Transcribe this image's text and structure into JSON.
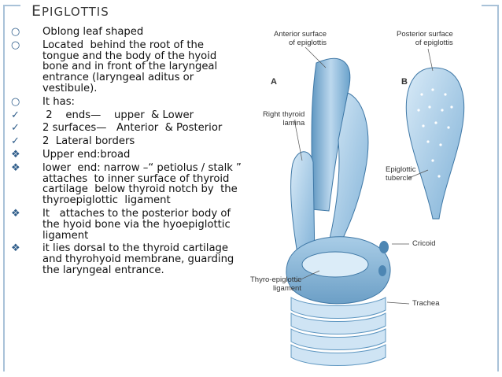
{
  "slide": {
    "title_first": "E",
    "title_rest": "PIGLOTTIS",
    "bullets": [
      {
        "marker": "circle",
        "text": "Oblong leaf shaped"
      },
      {
        "marker": "circle",
        "text": "Located  behind the root of the tongue and the body of the hyoid bone and in front of the laryngeal entrance (laryngeal aditus or vestibule)."
      },
      {
        "marker": "circle",
        "text": "It has:"
      },
      {
        "marker": "check",
        "text": " 2    ends—    upper  & Lower"
      },
      {
        "marker": "check",
        "text": "2 surfaces—   Anterior  & Posterior"
      },
      {
        "marker": "check",
        "text": "2  Lateral borders"
      },
      {
        "marker": "diamond",
        "text": "Upper end:broad"
      },
      {
        "marker": "diamond",
        "text": "lower  end: narrow –“ petiolus / stalk ” attaches  to inner surface of thyroid cartilage  below thyroid notch by  the thyroepiglottic  ligament"
      },
      {
        "marker": "diamond",
        "text": "It   attaches to the posterior body of the hyoid bone via the hyoepiglottic ligament"
      },
      {
        "marker": "diamond",
        "text": "it lies dorsal to the thyroid cartilage and thyrohyoid membrane, guarding the laryngeal entrance."
      }
    ]
  },
  "figure": {
    "labels": {
      "anterior": "Anterior surface\nof epiglottis",
      "posterior": "Posterior surface\nof epiglottis",
      "a": "A",
      "b": "B",
      "thyroid": "Right thyroid\nlamina",
      "tubercle": "Epiglottic\ntubercle",
      "cricoid": "Cricoid",
      "ligament": "Thyro-epiglottic\nligament",
      "trachea": "Trachea"
    }
  },
  "colors": {
    "accent": "#2f5d8a",
    "tissue_light": "#c9e0f0",
    "tissue_mid": "#8fbcdc",
    "tissue_dark": "#5f97c1"
  }
}
